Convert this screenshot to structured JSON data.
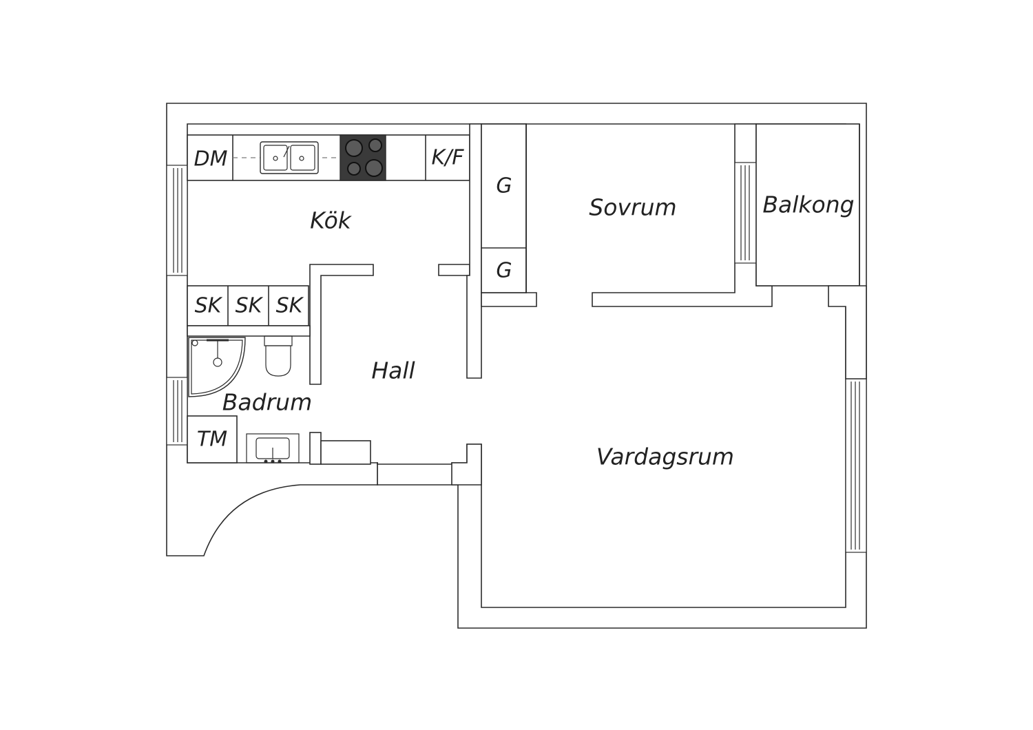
{
  "rooms": {
    "kok": "Kök",
    "hall": "Hall",
    "badrum": "Badrum",
    "sovrum": "Sovrum",
    "balkong": "Balkong",
    "vardagsrum": "Vardagsrum"
  },
  "fixtures": {
    "dishwasher": "DM",
    "fridge_freezer": "K/F",
    "cabinet_1": "SK",
    "cabinet_2": "SK",
    "cabinet_3": "SK",
    "wardrobe_1": "G",
    "wardrobe_2": "G",
    "washing_machine": "TM"
  },
  "colors": {
    "wall": "#2b2b2b",
    "stove": "#3a3a3a",
    "text": "#222222"
  }
}
